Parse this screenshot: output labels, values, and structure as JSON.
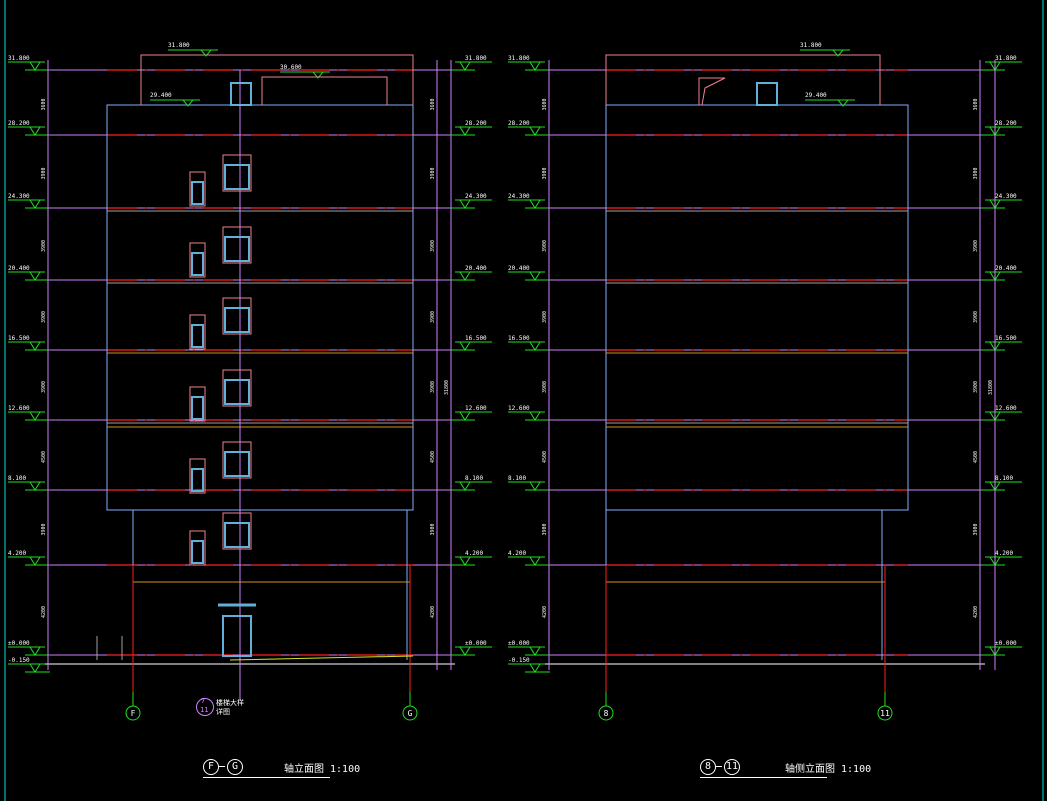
{
  "colors": {
    "background": "#000000",
    "level_line": "#ff2020",
    "level_marker": "#20e020",
    "dimension": "#d080ff",
    "wall": "#80b0ff",
    "window": "#60b0d8",
    "window_frame_pink": "#f08090",
    "slab": "#d09020",
    "axis_bubble": "#20e020",
    "border": "#00e0e0"
  },
  "levels": [
    "31.800",
    "28.200",
    "24.300",
    "20.400",
    "16.500",
    "12.600",
    "8.100",
    "4.200",
    "±0.000"
  ],
  "ground_level": "-0.150",
  "roof_levels": {
    "parapet": "31.800",
    "stair_roof": "30.600",
    "roof": "29.400"
  },
  "floor_dims": [
    "3600",
    "3900",
    "3900",
    "3900",
    "3900",
    "4500",
    "3900",
    "4200"
  ],
  "total_dim": "31800",
  "left_view": {
    "axes": [
      "F",
      "G"
    ],
    "title_axis_start": "F",
    "title_axis_end": "G",
    "title": "轴立面图 1:100",
    "detail_callout": {
      "number": "7",
      "sheet": "11",
      "label": "楼梯大样",
      "label2": "详图"
    }
  },
  "right_view": {
    "axes": [
      "8",
      "11"
    ],
    "title_axis_start": "8",
    "title_axis_end": "11",
    "title": "轴侧立面图 1:100"
  }
}
